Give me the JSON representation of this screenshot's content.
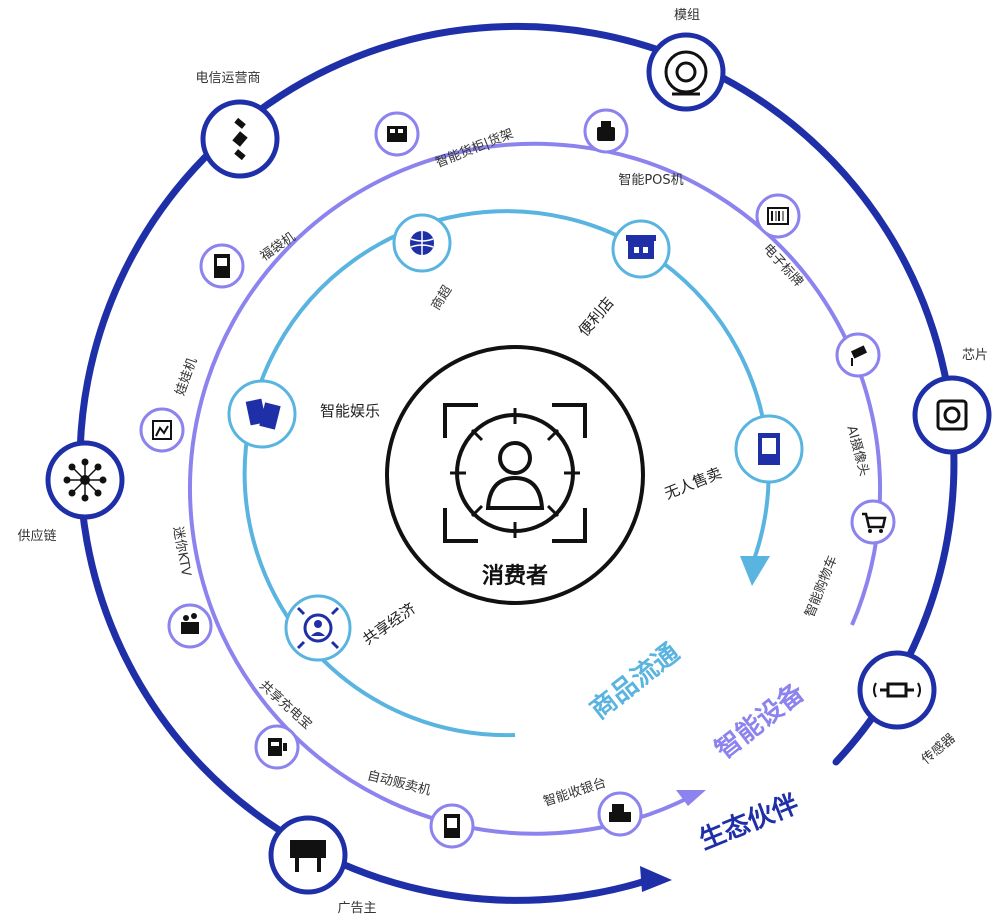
{
  "center": {
    "label": "消费者"
  },
  "rings": {
    "inner": {
      "label": "商品流通",
      "color": "#5ab4e0"
    },
    "middle": {
      "label": "智能设备",
      "color": "#8c83ee"
    },
    "outer": {
      "label": "生态伙伴",
      "color": "#1f2fa8"
    }
  },
  "inner_nodes": [
    {
      "label": "商超",
      "icon": "globe-icon"
    },
    {
      "label": "便利店",
      "icon": "store-icon"
    },
    {
      "label": "智能娱乐",
      "icon": "game-card-icon"
    },
    {
      "label": "无人售卖",
      "icon": "kiosk-icon"
    },
    {
      "label": "共享经济",
      "icon": "share-icon"
    }
  ],
  "middle_nodes": [
    {
      "label": "智能货柜|货架",
      "icon": "shelf-icon"
    },
    {
      "label": "智能POS机",
      "icon": "pos-icon"
    },
    {
      "label": "电子标牌",
      "icon": "barcode-icon"
    },
    {
      "label": "AI摄像头",
      "icon": "camera-icon"
    },
    {
      "label": "智能购物车",
      "icon": "cart-icon"
    },
    {
      "label": "福袋机",
      "icon": "machine-icon"
    },
    {
      "label": "娃娃机",
      "icon": "claw-icon"
    },
    {
      "label": "迷你KTV",
      "icon": "mic-icon"
    },
    {
      "label": "共享充电宝",
      "icon": "powerbank-icon"
    },
    {
      "label": "自动贩卖机",
      "icon": "vending-icon"
    },
    {
      "label": "智能收银台",
      "icon": "register-icon"
    }
  ],
  "outer_nodes": [
    {
      "label": "电信运营商",
      "icon": "satellite-icon"
    },
    {
      "label": "模组",
      "icon": "module-icon"
    },
    {
      "label": "芯片",
      "icon": "chip-icon"
    },
    {
      "label": "供应链",
      "icon": "network-icon"
    },
    {
      "label": "传感器",
      "icon": "sensor-icon"
    },
    {
      "label": "广告主",
      "icon": "billboard-icon"
    }
  ]
}
